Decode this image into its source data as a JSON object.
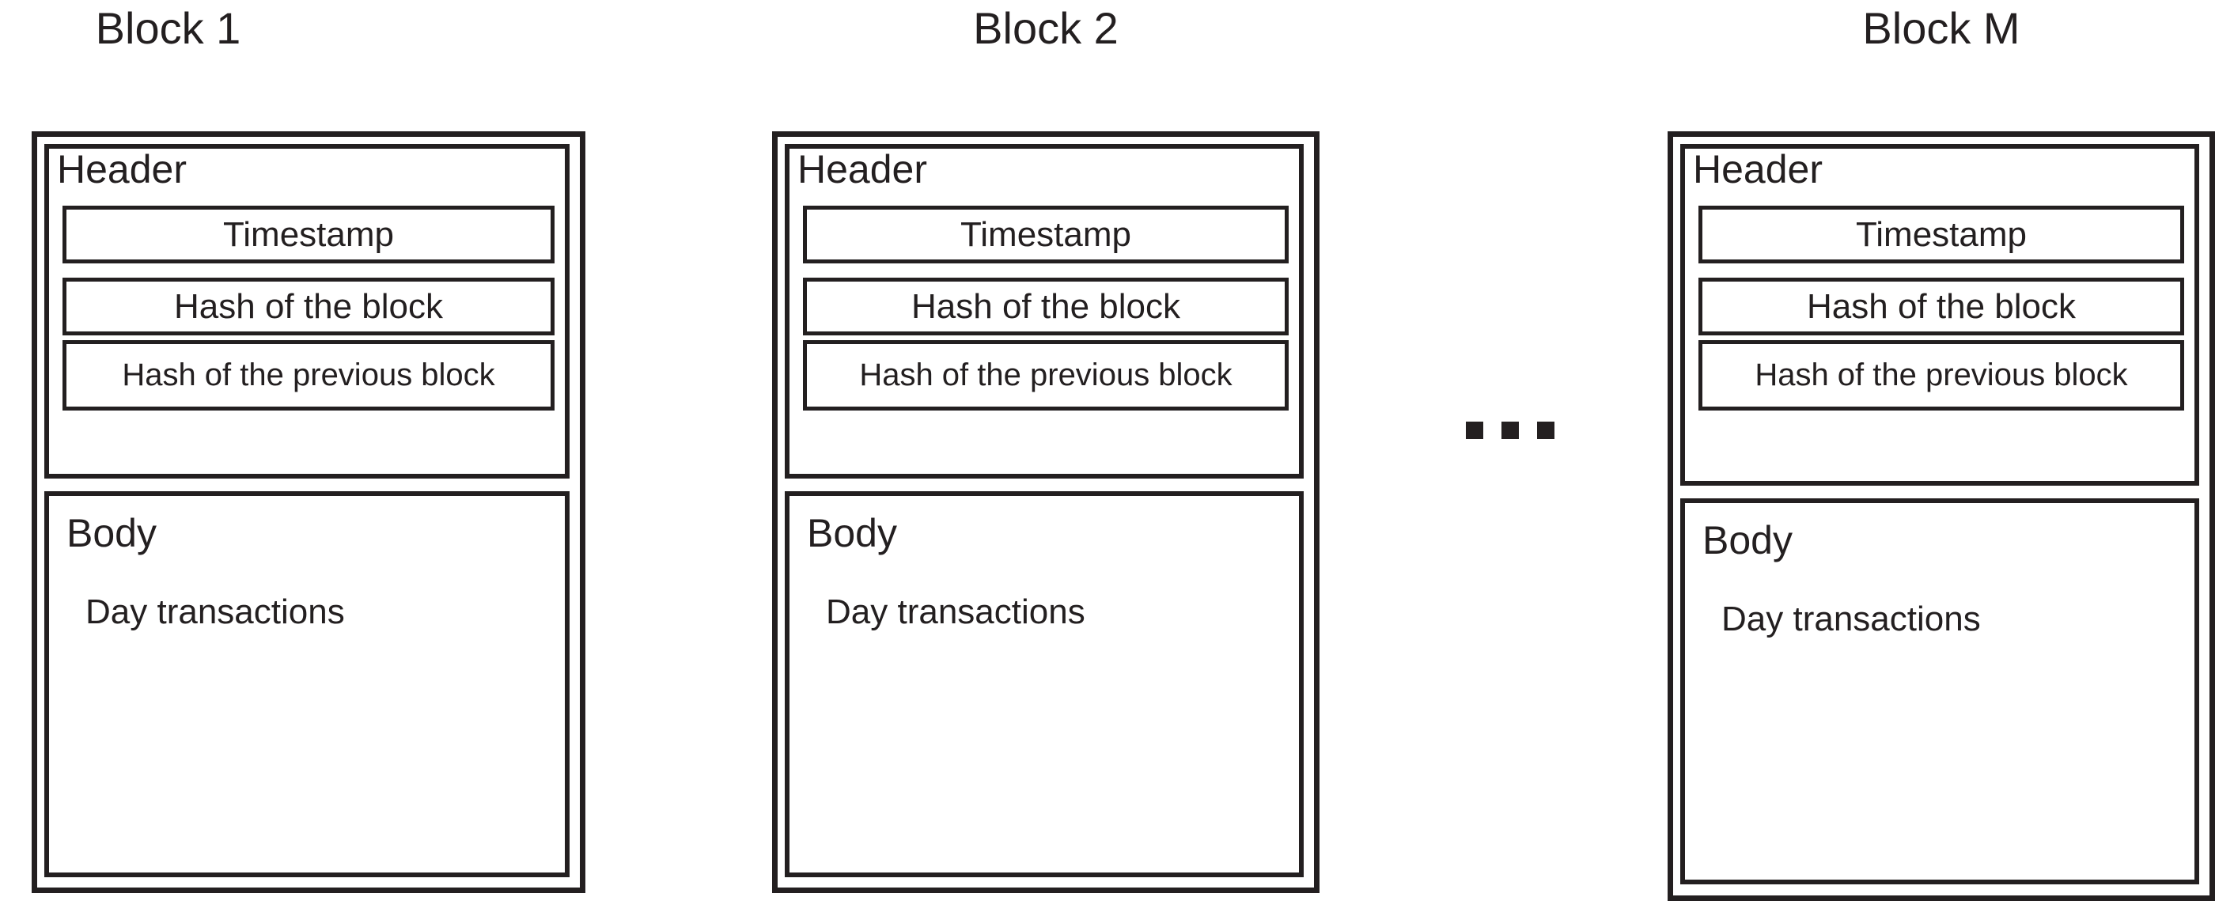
{
  "diagram": {
    "title_block1": "Block 1",
    "title_block2": "Block 2",
    "title_blockM": "Block M",
    "ellipsis_label": "ellipsis",
    "section_header_label": "Header",
    "section_body_label": "Body",
    "field_timestamp": "Timestamp",
    "field_hash_of_block": "Hash of the block",
    "field_hash_of_previous_block": "Hash of the previous block",
    "body_content": "Day transactions",
    "colors": {
      "stroke": "#231f20",
      "background": "#ffffff"
    }
  },
  "blocks": [
    {
      "title": "Block 1",
      "header": {
        "label": "Header",
        "fields": [
          "Timestamp",
          "Hash of the block",
          "Hash of the previous block"
        ]
      },
      "body": {
        "label": "Body",
        "text": "Day transactions"
      }
    },
    {
      "title": "Block 2",
      "header": {
        "label": "Header",
        "fields": [
          "Timestamp",
          "Hash of the block",
          "Hash of the previous block"
        ]
      },
      "body": {
        "label": "Body",
        "text": "Day transactions"
      }
    },
    {
      "title": "Block M",
      "header": {
        "label": "Header",
        "fields": [
          "Timestamp",
          "Hash of the block",
          "Hash of the previous block"
        ]
      },
      "body": {
        "label": "Body",
        "text": "Day transactions"
      }
    }
  ]
}
